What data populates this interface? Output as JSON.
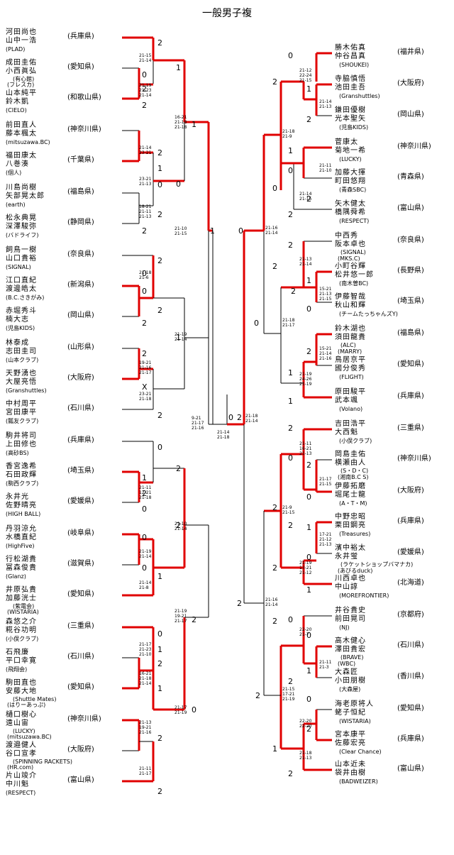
{
  "title": "一般男子複",
  "left_teams": [
    {
      "p1": "河田尚也",
      "p2": "山中一浩",
      "club": "(PLAD)",
      "pref": "(兵庫県)"
    },
    {
      "p1": "成田圭佑",
      "p2": "小西眞弘",
      "club1": "(有心館)",
      "club2": "(フレスカ)",
      "pref": "(愛知県)"
    },
    {
      "p1": "山本純平",
      "p2": "鈴木凱",
      "club": "(CIELO)",
      "pref": "(和歌山県)"
    },
    {
      "p1": "前田直人",
      "p2": "藤本楓太",
      "club": "(mitsuzawa.BC)",
      "pref": "(神奈川県)"
    },
    {
      "p1": "福田康太",
      "p2": "八巻湊",
      "club": "(個人)",
      "pref": "(千葉県)"
    },
    {
      "p1": "川島尚樹",
      "p2": "矢部晃太郎",
      "club": "(earth)",
      "pref": "(福島県)"
    },
    {
      "p1": "松永典晃",
      "p2": "深澤駿弥",
      "club": "(バドライフ)",
      "pref": "(静岡県)"
    },
    {
      "p1": "飼鳥一樹",
      "p2": "山口貴裕",
      "club": "(SIGNAL)",
      "pref": "(奈良県)"
    },
    {
      "p1": "江口直紀",
      "p2": "渡邊皓太",
      "club": "(B.C.さきがみ)",
      "pref": "(新潟県)"
    },
    {
      "p1": "赤堀秀斗",
      "p2": "楠大志",
      "club": "(児島KIDS)",
      "pref": "(岡山県)"
    },
    {
      "p1": "林泰成",
      "p2": "志田圭司",
      "club": "(山本クラブ)",
      "pref": "(山形県)"
    },
    {
      "p1": "天野湧也",
      "p2": "大屋亮悟",
      "club": "(Granshuttles)",
      "pref": "(大阪府)"
    },
    {
      "p1": "中村周平",
      "p2": "宮田康平",
      "club": "(瓢友クラブ)",
      "pref": "(石川県)"
    },
    {
      "p1": "駒井将司",
      "p2": "上田修也",
      "club": "(高砂BS)",
      "pref": "(兵庫県)"
    },
    {
      "p1": "香宮逸希",
      "p2": "石田政輝",
      "club": "(駒西クラブ)",
      "pref": "(埼玉県)"
    },
    {
      "p1": "永井光",
      "p2": "佐野晴亮",
      "club": "(HIGH BALL)",
      "pref": "(愛媛県)"
    },
    {
      "p1": "丹羽涼允",
      "p2": "水橋直紀",
      "club": "(HighFive)",
      "pref": "(岐阜県)"
    },
    {
      "p1": "行松湖貴",
      "p2": "冨森俊貴",
      "club": "(Glanz)",
      "pref": "(滋賀県)"
    },
    {
      "p1": "井原弘貴",
      "p2": "加藤洸士",
      "club1": "(紫電会)",
      "club2": "(WISTARIA)",
      "pref": "(愛知県)"
    },
    {
      "p1": "森悠之介",
      "p2": "糀谷功明",
      "club": "(小俣クラブ)",
      "pref": "(三重県)"
    },
    {
      "p1": "石飛廉",
      "p2": "平口幸寛",
      "club": "(飛翔会)",
      "pref": "(石川県)"
    },
    {
      "p1": "駒田直也",
      "p2": "安藤大地",
      "club1": "(Shuttle Mates)",
      "club2": "(はりーあっぷ)",
      "pref": "(愛知県)"
    },
    {
      "p1": "樋口樹心",
      "p2": "遠山宙",
      "club1": "(LUCKY)",
      "club2": "(mitsuzawa.BC)",
      "pref": "(神奈川県)"
    },
    {
      "p1": "渡邉健人",
      "p2": "谷口宣孝",
      "club1": "(SPINNING RACKETS)",
      "club2": "(HR.com)",
      "pref": "(大阪府)"
    },
    {
      "p1": "片山竣介",
      "p2": "中川魁",
      "club": "(RESPECT)",
      "pref": "(富山県)"
    }
  ],
  "right_teams": [
    {
      "p1": "勝木佑真",
      "p2": "仲谷昌真",
      "club": "(SHOUKEI)",
      "pref": "(福井県)"
    },
    {
      "p1": "寺脇慎悟",
      "p2": "池田圭吾",
      "club": "(Granshuttles)",
      "pref": "(大阪府)"
    },
    {
      "p1": "鎌田優樹",
      "p2": "光本聖矢",
      "club": "(児島KIDS)",
      "pref": "(岡山県)"
    },
    {
      "p1": "菅康太",
      "p2": "菊地一希",
      "club": "(LUCKY)",
      "pref": "(神奈川県)"
    },
    {
      "p1": "加藤大揮",
      "p2": "町田悠翔",
      "club": "(青森SBC)",
      "pref": "(青森県)"
    },
    {
      "p1": "矢木健太",
      "p2": "橋隅舜希",
      "club": "(RESPECT)",
      "pref": "(富山県)"
    },
    {
      "p1": "中西秀",
      "p2": "阪本卓也",
      "club1": "(SIGNAL)",
      "club2": "(MKS.C)",
      "pref": "(奈良県)"
    },
    {
      "p1": "小町谷輝",
      "p2": "松井悠一郎",
      "club": "(南木曽BC)",
      "pref": "(長野県)"
    },
    {
      "p1": "伊藤智哉",
      "p2": "秋山和輝",
      "club": "(チームたっちゃんズY)",
      "pref": "(埼玉県)"
    },
    {
      "p1": "鈴木湖也",
      "p2": "須田龍貴",
      "club1": "(ALC)",
      "club2": "(MARRY)",
      "pref": "(福島県)"
    },
    {
      "p1": "鳥居京平",
      "p2": "國分俊秀",
      "club": "(FLIGHT)",
      "pref": "(愛知県)"
    },
    {
      "p1": "原田駿平",
      "p2": "武本颯",
      "club": "(Volano)",
      "pref": "(兵庫県)"
    },
    {
      "p1": "吉田浩平",
      "p2": "大西魁",
      "club": "(小俣クラブ)",
      "pref": "(三重県)"
    },
    {
      "p1": "岡島圭佑",
      "p2": "横瀬由人",
      "club1": "(S・D・C)",
      "club2": "(湘南B.C S)",
      "pref": "(神奈川県)"
    },
    {
      "p1": "伊藤拓磨",
      "p2": "堀尾士龍",
      "club": "(A・T・M)",
      "pref": "(大阪府)"
    },
    {
      "p1": "中野忠昭",
      "p2": "栗田鋼亮",
      "club": "(Treasures)",
      "pref": "(兵庫県)"
    },
    {
      "p1": "濱中裕太",
      "p2": "永井蛍",
      "club1": "(ラケットショップバマナカ)",
      "club2": "(あびるduck)",
      "pref": "(愛媛県)"
    },
    {
      "p1": "川西卓也",
      "p2": "中山諄",
      "club": "(MOREFRONTIER)",
      "pref": "(北海道)"
    },
    {
      "p1": "井谷貴史",
      "p2": "前田晃司",
      "club": "(NJ)",
      "pref": "(京都府)"
    },
    {
      "p1": "高木健心",
      "p2": "澤田貴宏",
      "club1": "(BRAVE)",
      "club2": "(WBC)",
      "pref": "(石川県)"
    },
    {
      "p1": "大森匠",
      "p2": "小田朋樹",
      "club": "(大森屋)",
      "pref": "(香川県)"
    },
    {
      "p1": "海老原将人",
      "p2": "蛯子恒紀",
      "club": "(WISTARIA)",
      "pref": "(愛知県)"
    },
    {
      "p1": "宮本康平",
      "p2": "佐藤宏亮",
      "club": "(Clear Chance)",
      "pref": "(兵庫県)"
    },
    {
      "p1": "山本近未",
      "p2": "袋井由樹",
      "club": "(BADWEIZER)",
      "pref": "(富山県)"
    }
  ],
  "scores": {
    "left": [
      "2",
      "1",
      "0",
      "2",
      "2",
      "1",
      "2",
      "0",
      "1",
      "0",
      "2",
      "2",
      "1",
      "2",
      "0",
      "0",
      "2",
      "2",
      "1",
      "2",
      "X",
      "2",
      "0",
      "2",
      "1",
      "2",
      "0",
      "2",
      "0",
      "0",
      "1",
      "2",
      "0",
      "1",
      "2",
      "1",
      "2",
      "0",
      "2"
    ],
    "right": [
      "0",
      "2",
      "1",
      "2",
      "1",
      "0",
      "0",
      "2",
      "2",
      "0",
      "2",
      "2",
      "1",
      "0",
      "2",
      "0",
      "2",
      "1",
      "1",
      "2",
      "0",
      "2",
      "0",
      "2",
      "2",
      "1",
      "0",
      "2",
      "1",
      "2",
      "0",
      "2",
      "0",
      "1",
      "2",
      "2",
      "0",
      "2",
      "1",
      "2",
      "0",
      "1",
      "2",
      "0",
      "2",
      "1",
      "2"
    ],
    "final_left": "0",
    "final_right": "2"
  },
  "game_scores": {
    "l1": "21-15\n21-14",
    "l2": "21-19\n21-23\n21-14",
    "l3": "16-21\n21-18\n21-18",
    "l4": "21-14\n23-21",
    "l5": "23-21\n21-13",
    "l6": "18-21\n21-11\n21-13",
    "l7": "21-10\n21-15",
    "l8": "21-18\n21-6",
    "l9": "21-19\n21-14",
    "l10": "19-21\n21-16\n21-17",
    "l11": "23-21\n21-18",
    "l12": "21-11\n12-21\n21-18",
    "l13": "21-10\n21-14",
    "l14": "21-19\n21-14",
    "l15": "21-14\n21-8",
    "l16": "21-19\n19-21\n21-17",
    "l17": "21-17\n21-23\n21-10",
    "l18": "16-21\n21-18\n21-14",
    "l19": "21-13\n19-21\n21-16",
    "l20": "21-17\n21-19",
    "l21": "21-11\n21-17",
    "sf_left": "9-21\n21-17\n21-16",
    "final": "21-14\n21-18",
    "sf_right": "21-18\n21-14",
    "r1": "21-12\n22-24\n21-15",
    "r2": "21-14\n21-13",
    "r3": "21-18\n21-9",
    "r4": "21-11\n21-10",
    "r5": "21-14\n21-15",
    "r6": "21-16\n21-14",
    "r7": "21-13\n21-14",
    "r8": "15-21\n21-13\n21-15",
    "r9": "21-18\n21-17",
    "r10": "15-21\n21-14\n21-16",
    "r11": "21-19\n24-26\n21-19",
    "r12": "21-11\n16-21\n21-13",
    "r13": "21-17\n21-15",
    "r14": "21-9\n21-15",
    "r15": "17-21\n21-12\n21-13",
    "r16": "21-19\n13-21\n21-12",
    "r17": "21-16\n21-14",
    "r18": "22-20\n21-7",
    "r19": "21-11\n21-3",
    "r20": "21-15\n17-21\n21-19",
    "r21": "22-20\n22-20",
    "r22": "21-18\n21-13"
  },
  "colors": {
    "win": "#e00000",
    "line": "#000000"
  }
}
